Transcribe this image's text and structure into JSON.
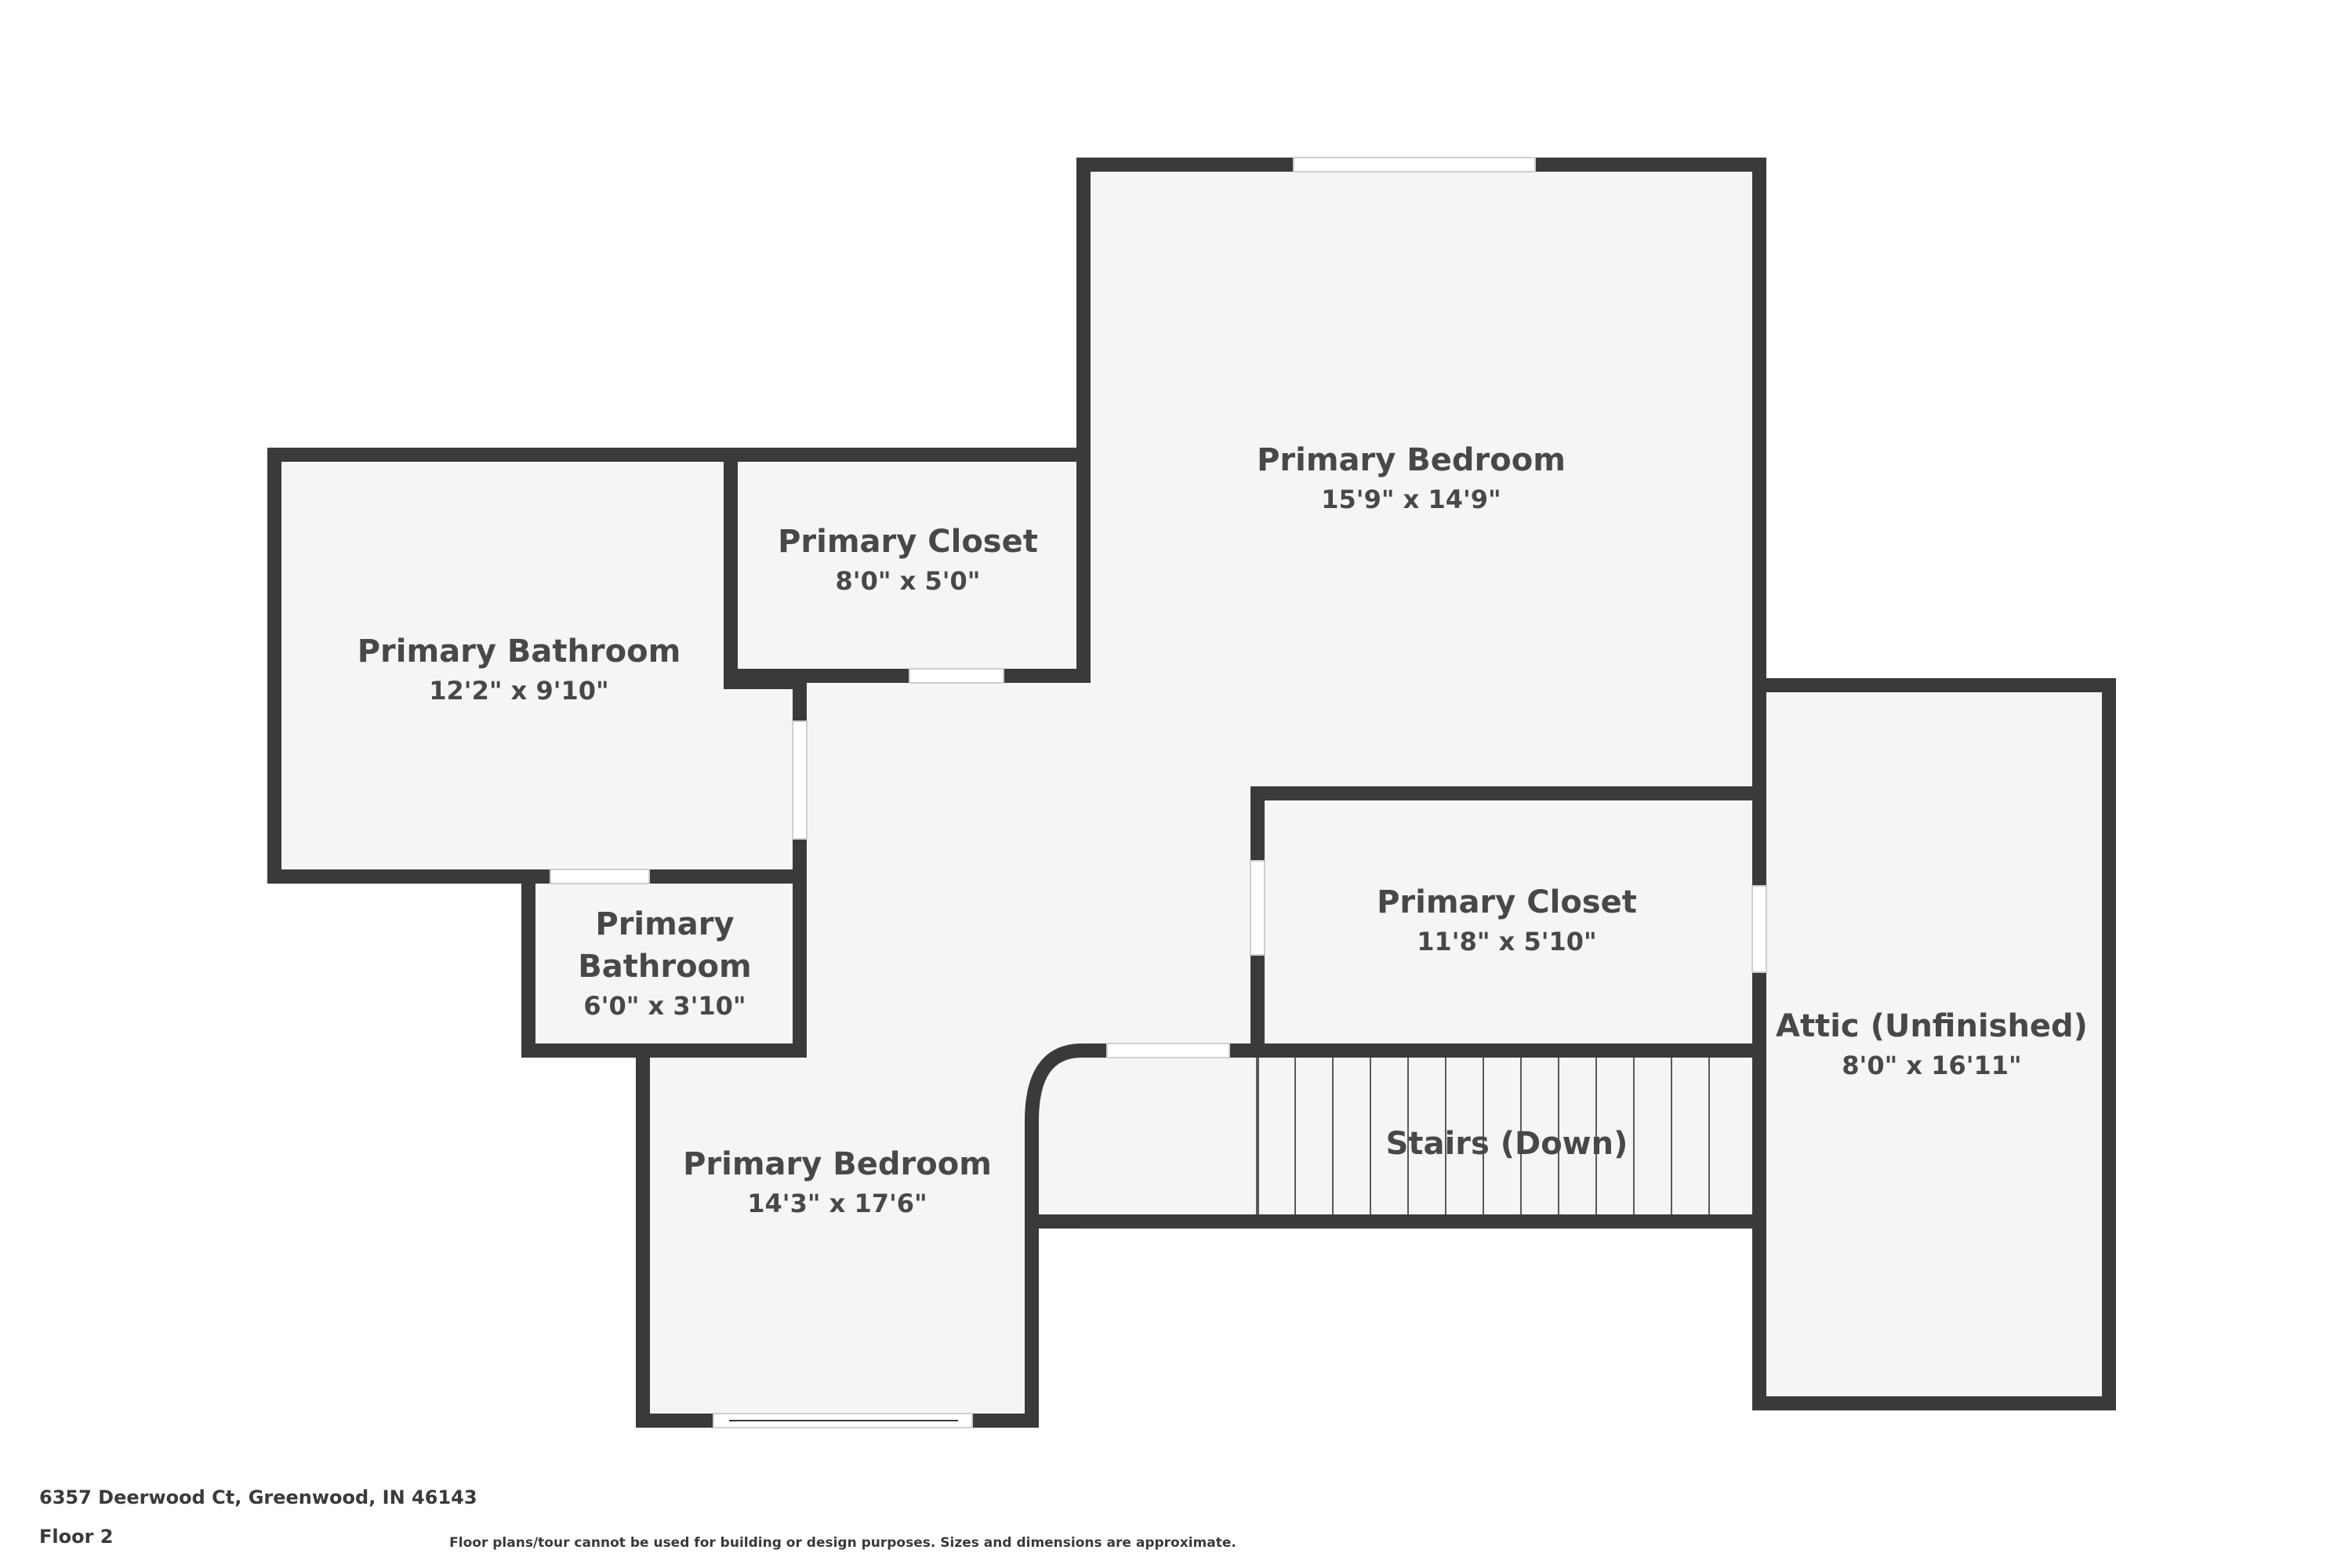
{
  "colors": {
    "wall": "#3a3a3a",
    "floor": "#f5f5f5",
    "window": "#ffffff",
    "text": "#484848",
    "background": "#ffffff"
  },
  "rooms": [
    {
      "id": "primary-bedroom-upper",
      "name": "Primary Bedroom",
      "dimensions": "15'9\" x 14'9\""
    },
    {
      "id": "primary-closet-small",
      "name": "Primary Closet",
      "dimensions": "8'0\" x 5'0\""
    },
    {
      "id": "primary-bathroom-large",
      "name": "Primary Bathroom",
      "dimensions": "12'2\" x 9'10\""
    },
    {
      "id": "primary-bathroom-small",
      "name_line1": "Primary",
      "name_line2": "Bathroom",
      "dimensions": "6'0\" x 3'10\""
    },
    {
      "id": "primary-closet-large",
      "name": "Primary Closet",
      "dimensions": "11'8\" x 5'10\""
    },
    {
      "id": "attic",
      "name": "Attic (Unfinished)",
      "dimensions": "8'0\" x 16'11\""
    },
    {
      "id": "stairs",
      "name": "Stairs (Down)"
    },
    {
      "id": "primary-bedroom-lower",
      "name": "Primary Bedroom",
      "dimensions": "14'3\" x 17'6\""
    }
  ],
  "footer": {
    "address": "6357 Deerwood Ct, Greenwood, IN 46143",
    "floor": "Floor 2",
    "disclaimer": "Floor plans/tour cannot be used for building or design purposes. Sizes and dimensions are approximate."
  }
}
